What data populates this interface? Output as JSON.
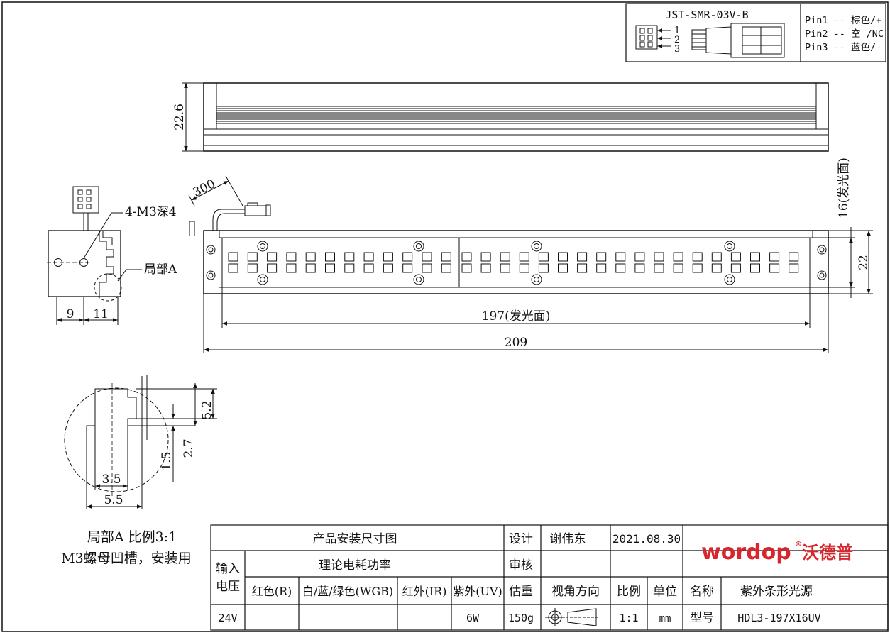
{
  "connector": {
    "part_no": "JST-SMR-03V-B",
    "pin_numbers": [
      "1",
      "2",
      "3"
    ],
    "pins": [
      "Pin1 -- 棕色/+",
      "Pin2 -- 空 /NC",
      "Pin3 -- 蓝色/-"
    ]
  },
  "dimensions": {
    "side_height": "22.6",
    "emit_height": "16(发光面)",
    "total_height": "22",
    "cable_length": "300",
    "emit_length": "197(发光面)",
    "total_length": "209",
    "hole_spacing_a": "9",
    "hole_spacing_b": "11",
    "thread_label": "4-M3深4",
    "detail_callout": "局部A",
    "detail_h1": "5.2",
    "detail_h2": "2.7",
    "detail_h3": "1.5",
    "detail_w1": "3.5",
    "detail_w2": "5.5"
  },
  "detail_note": {
    "line1": "局部A 比例3:1",
    "line2": "M3螺母凹槽，安装用"
  },
  "title_block": {
    "title": "产品安装尺寸图",
    "design_label": "设计",
    "designer": "谢伟东",
    "date": "2021.08.30",
    "power_label": "理论电耗功率",
    "review_label": "审核",
    "voltage_label_1": "输入",
    "voltage_label_2": "电压",
    "col_red": "红色(R)",
    "col_wgb": "白/蓝/绿色(WGB)",
    "col_ir": "红外(IR)",
    "col_uv": "紫外(UV)",
    "weight_label": "估重",
    "view_label": "视角方向",
    "scale_label": "比例",
    "unit_label": "单位",
    "name_label": "名称",
    "name_value": "紫外条形光源",
    "voltage_value": "24V",
    "uv_power": "6W",
    "weight_value": "150g",
    "scale_value": "1:1",
    "unit_value": "mm",
    "model_label": "型号",
    "model_value": "HDL3-197X16UV",
    "brand": "wordop",
    "brand_cn": "沃德普",
    "brand_mark": "®"
  }
}
